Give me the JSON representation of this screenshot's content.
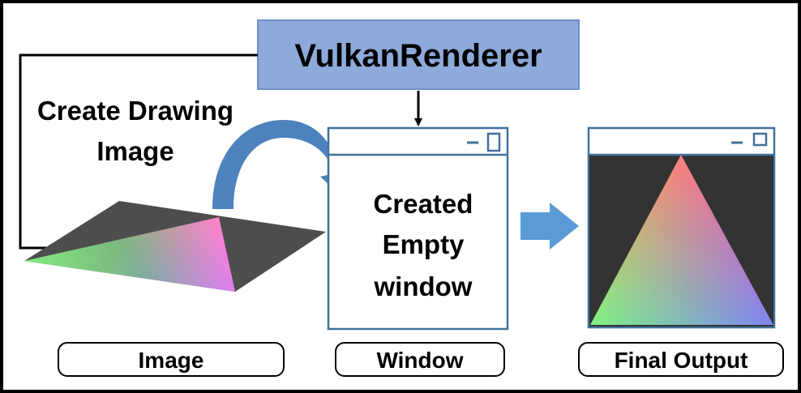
{
  "title_box": {
    "label": "VulkanRenderer",
    "fill": "#8EAADB",
    "stroke": "#6D8FC9"
  },
  "left_label": {
    "line1": "Create Drawing",
    "line2": "Image"
  },
  "window_text": {
    "line1": "Created",
    "line2": "Empty",
    "line3": "window"
  },
  "captions": {
    "image": "Image",
    "window": "Window",
    "final": "Final Output"
  },
  "colors": {
    "window_border": "#41719C",
    "curved_arrow": "#4E82BE",
    "block_arrow": "#5B9BD5",
    "final_background": "#333333",
    "image_plane": "#4D4D4D",
    "tri_red": "#FF0000",
    "tri_green": "#00FF00",
    "tri_blue": "#0000FF"
  }
}
